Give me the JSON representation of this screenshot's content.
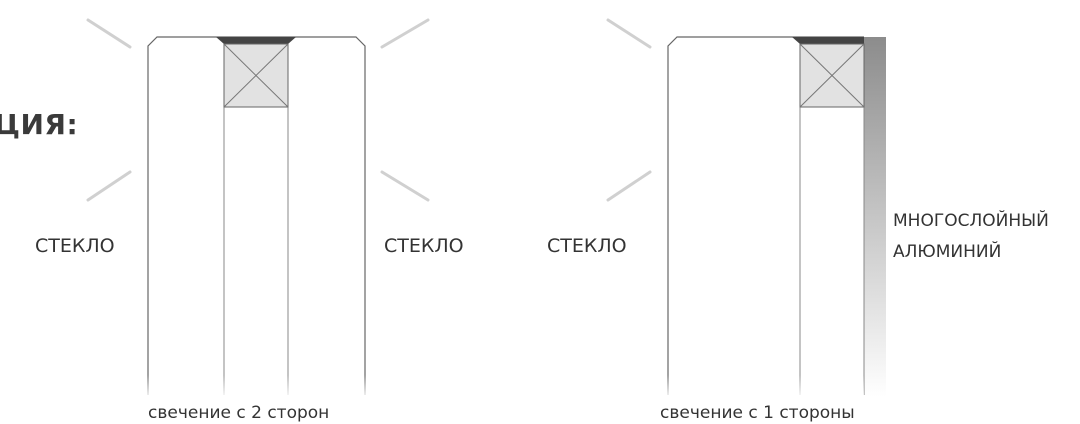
{
  "heading": "ЦИЯ:",
  "diagram_left": {
    "label_left": "СТЕКЛО",
    "label_right": "СТЕКЛО",
    "caption": "свечение с 2 сторон"
  },
  "diagram_right": {
    "label_left": "СТЕКЛО",
    "label_right_line1": "МНОГОСЛОЙНЫЙ",
    "label_right_line2": "АЛЮМИНИЙ",
    "caption": "свечение с 1 стороны"
  },
  "colors": {
    "glass_rays": "#d0d0d0",
    "outline": "#555555",
    "led_strip": "#444444",
    "led_box_fill": "#e2e2e2",
    "aluminium_gradient_top": "#8c8c8c",
    "aluminium_gradient_bottom": "#ffffff"
  }
}
